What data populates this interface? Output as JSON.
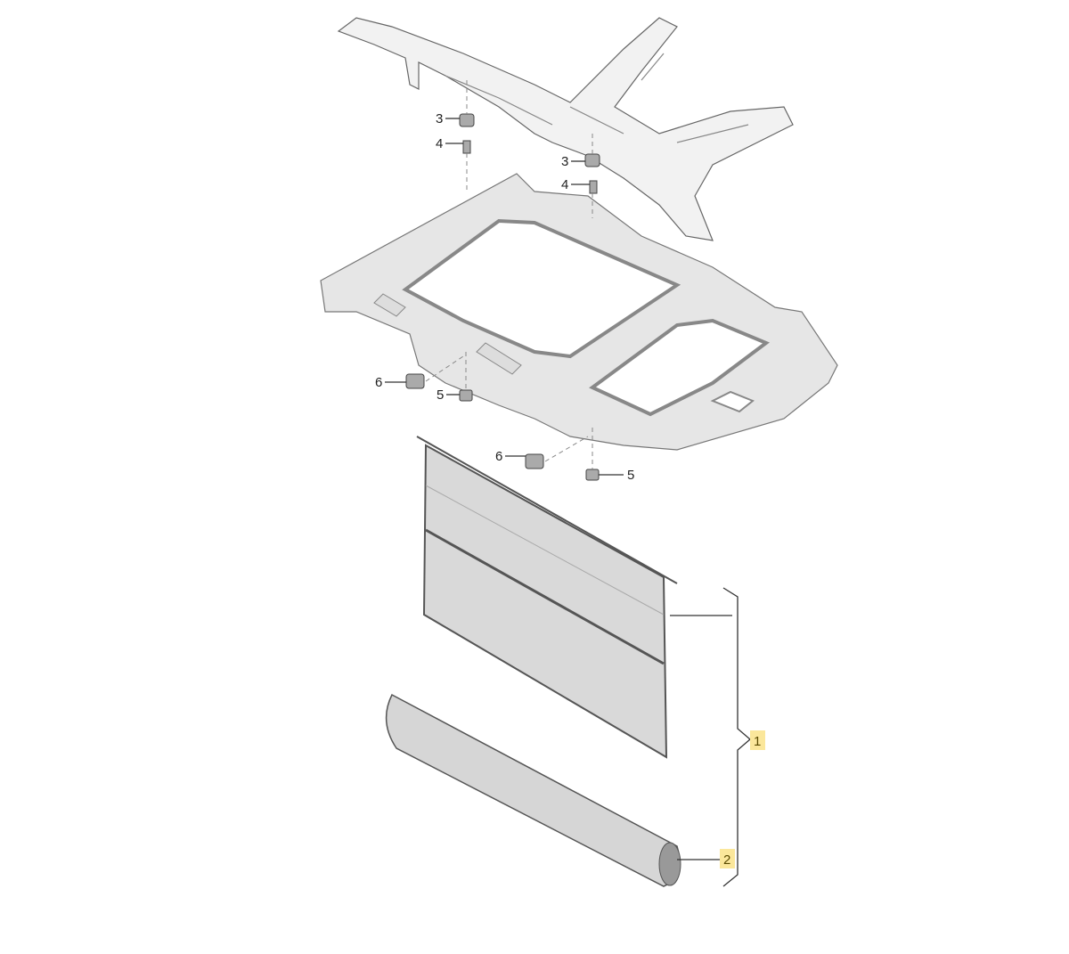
{
  "diagram": {
    "callouts": [
      {
        "id": "3a",
        "text": "3"
      },
      {
        "id": "4a",
        "text": "4"
      },
      {
        "id": "3b",
        "text": "3"
      },
      {
        "id": "4b",
        "text": "4"
      },
      {
        "id": "6a",
        "text": "6"
      },
      {
        "id": "5a",
        "text": "5"
      },
      {
        "id": "6b",
        "text": "6"
      },
      {
        "id": "5b",
        "text": "5"
      },
      {
        "id": "1",
        "text": "1",
        "highlighted": true
      },
      {
        "id": "2",
        "text": "2",
        "highlighted": true
      }
    ],
    "colors": {
      "highlight": "#fbe79b",
      "part_fill": "#e9e9e9",
      "outline": "#555555"
    }
  }
}
